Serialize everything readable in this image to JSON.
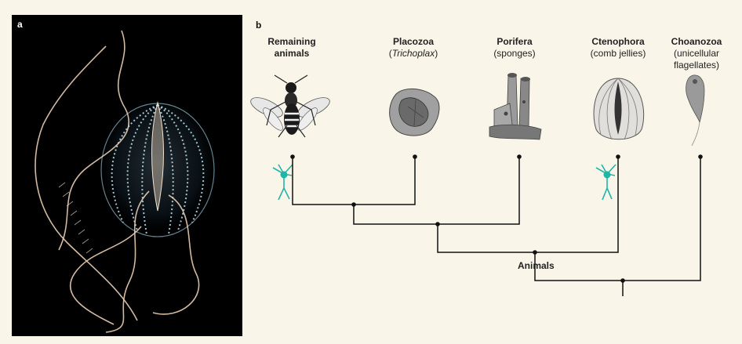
{
  "panel_a": {
    "label": "a"
  },
  "panel_b": {
    "label": "b",
    "taxa": [
      {
        "name": "Remaining animals",
        "desc": "",
        "desc_italic": ""
      },
      {
        "name": "Placozoa",
        "desc": "(",
        "desc_italic": "Trichoplax",
        "desc_after": ")"
      },
      {
        "name": "Porifera",
        "desc": "(sponges)",
        "desc_italic": ""
      },
      {
        "name": "Ctenophora",
        "desc": "(comb jellies)",
        "desc_italic": ""
      },
      {
        "name": "Choanozoa",
        "desc": "(unicellular flagellates)",
        "desc_italic": ""
      }
    ],
    "clade_label": "Animals",
    "colors": {
      "line": "#111111",
      "neuron": "#1fb5a8",
      "background": "#f9f5e8"
    }
  }
}
